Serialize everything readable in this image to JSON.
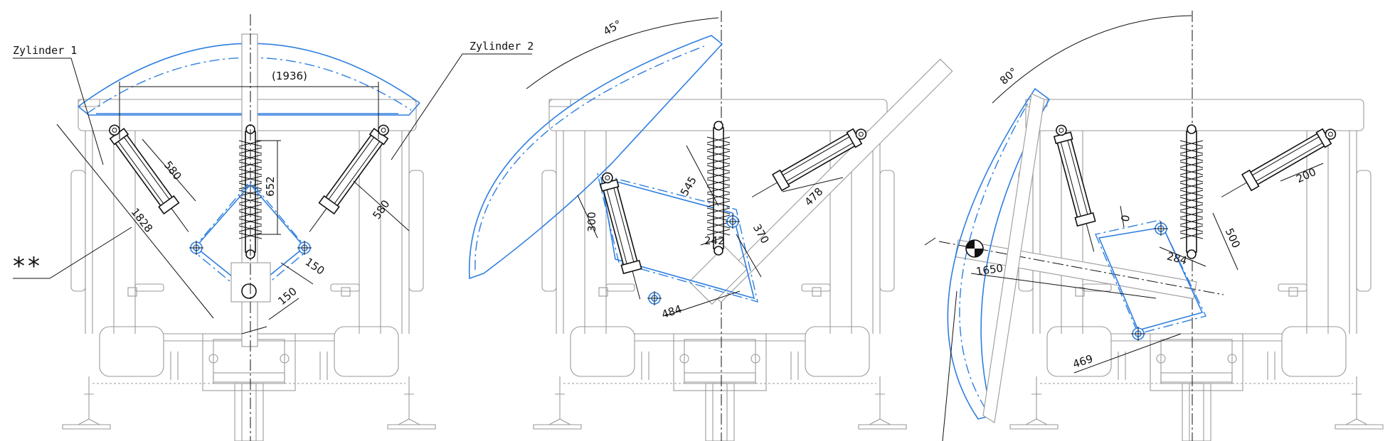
{
  "labels": {
    "zylinder1": "Zylinder 1",
    "zylinder2": "Zylinder 2",
    "note_marker": "**"
  },
  "view1": {
    "dimensions": {
      "width": "(1936)",
      "diag": "1828",
      "cyl_left": "580",
      "cyl_right": "580",
      "spring": "652",
      "offset_a": "150",
      "offset_b": "150"
    }
  },
  "view2": {
    "angle": "45°",
    "dimensions": {
      "d300": "300",
      "d545": "545",
      "d478": "478",
      "d242": "242",
      "d370": "370",
      "d484": "484"
    }
  },
  "view3": {
    "angle": "80°",
    "dimensions": {
      "d0": "0",
      "d200": "200",
      "d500": "500",
      "d284": "284",
      "d1650": "1650",
      "d469": "469"
    }
  },
  "colors": {
    "frame": "#9a9a9a",
    "boom": "#2f7fe0",
    "ink": "#111111"
  }
}
